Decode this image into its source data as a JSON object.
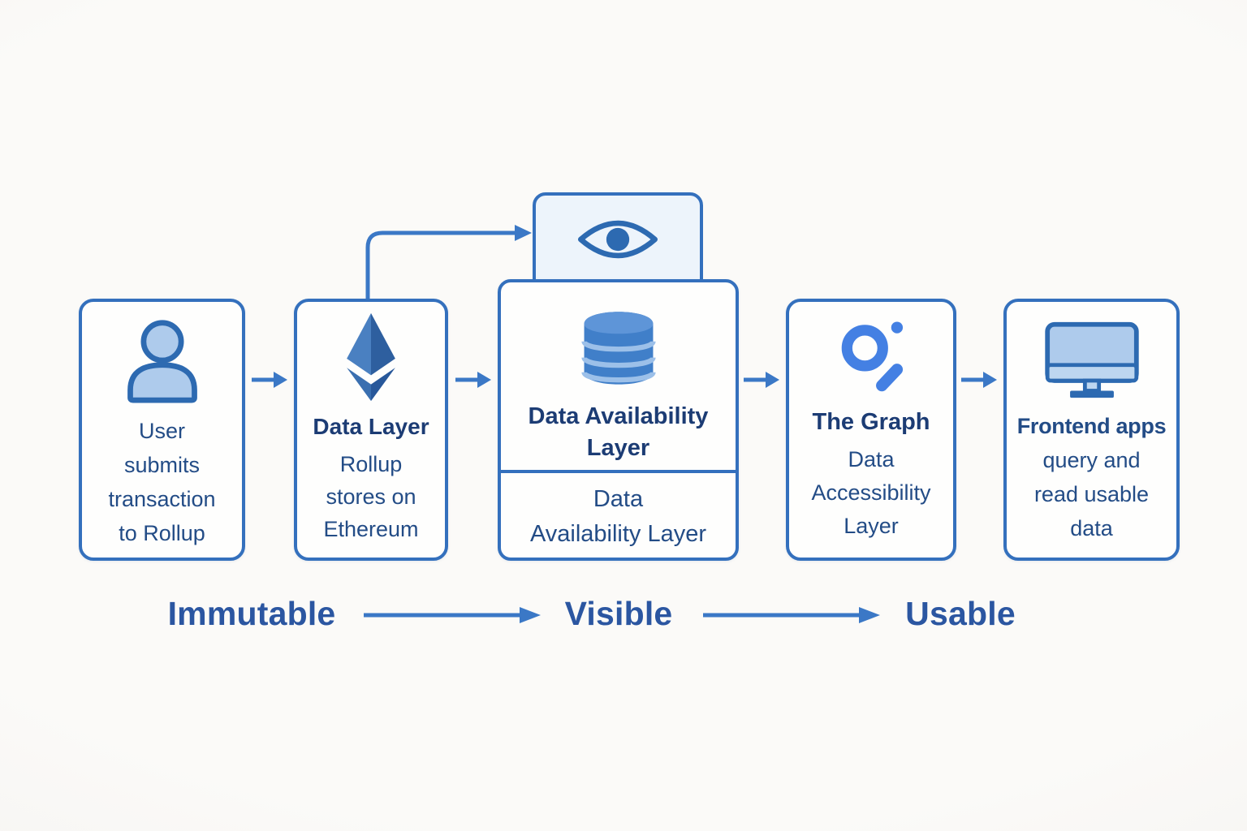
{
  "colors": {
    "background_center": "#fbfaf8",
    "background_edge": "#f1efec",
    "box_fill": "#fefefd",
    "box_border": "#3470bd",
    "eye_box_fill": "#edf4fb",
    "text": "#234c86",
    "heading": "#1c3c74",
    "arrow": "#3b78c6",
    "stage_label": "#2b56a1",
    "graph_blue": "#4480e3",
    "icon_stroke": "#2d6ab1",
    "icon_fill_light": "#aecbec",
    "monitor_strip": "#bdd6f0",
    "eth_light": "#4a80c1",
    "eth_dark": "#2e5f9f",
    "eth_bottom_light": "#3a6fb0",
    "eth_bottom_dark": "#28589a",
    "db_fill": "#407fc9",
    "db_cap": "#5e95d8",
    "db_band": "#9cc0e9"
  },
  "diagram": {
    "user_box": {
      "icon": "user-icon",
      "lines": [
        "User",
        "submits",
        "transaction",
        "to Rollup"
      ]
    },
    "data_layer_box": {
      "icon": "ethereum-icon",
      "heading": "Data Layer",
      "lines": [
        "Rollup",
        "stores on",
        "Ethereum"
      ]
    },
    "visibility_box": {
      "icon": "eye-icon"
    },
    "da_box": {
      "icon": "database-icon",
      "heading_line1": "Data Availability",
      "heading_line2": "Layer",
      "sub_line1": "Data",
      "sub_line2": "Availability Layer"
    },
    "graph_box": {
      "icon": "the-graph-icon",
      "heading": "The Graph",
      "lines": [
        "Data",
        "Accessibility",
        "Layer"
      ]
    },
    "frontend_box": {
      "icon": "monitor-icon",
      "heading": "Frontend apps",
      "lines": [
        "query and",
        "read usable",
        "data"
      ]
    },
    "stage_labels": [
      "Immutable",
      "Visible",
      "Usable"
    ]
  }
}
